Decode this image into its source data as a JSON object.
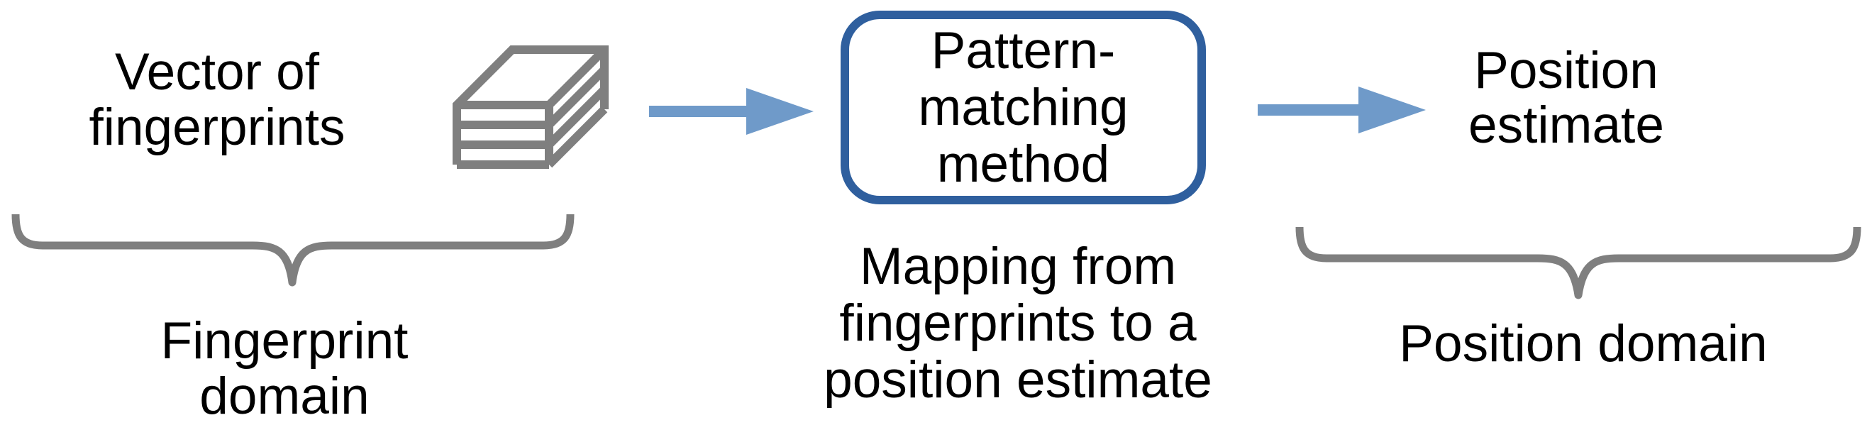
{
  "diagram": {
    "input_label": "Vector of\nfingerprints",
    "box_label": "Pattern-\nmatching\nmethod",
    "output_label": "Position\nestimate",
    "mapping_caption": "Mapping from\nfingerprints to a\nposition estimate",
    "left_domain_label": "Fingerprint domain",
    "right_domain_label": "Position domain",
    "icons": {
      "stack": "layers-stack-icon",
      "arrow_left": "right-arrow-icon",
      "arrow_right": "right-arrow-icon",
      "brace_left": "under-brace-icon",
      "brace_right": "under-brace-icon"
    }
  },
  "colors": {
    "text": "#000000",
    "gray": "#7f7f7f",
    "arrow_blue": "#6f9ac9",
    "box_border": "#2f5f9e",
    "background": "#ffffff"
  }
}
